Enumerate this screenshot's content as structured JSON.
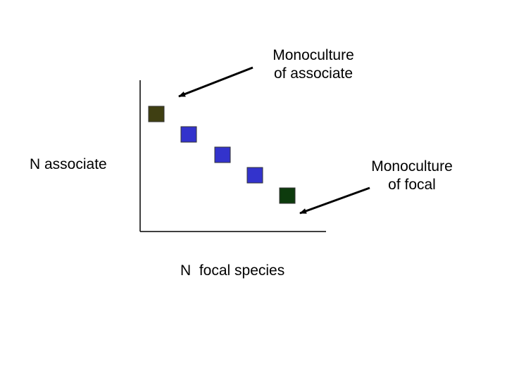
{
  "annotations": {
    "associate_monoculture": [
      "Monoculture",
      "of associate"
    ],
    "focal_monoculture": [
      "Monoculture",
      "of focal"
    ]
  },
  "axes": {
    "ylabel": "N associate",
    "xlabel": "N  focal species"
  },
  "points": [
    {
      "id": "monoculture-associate",
      "color": "#3f3f12"
    },
    {
      "id": "mixture-1",
      "color": "#3333cc"
    },
    {
      "id": "mixture-2",
      "color": "#3333cc"
    },
    {
      "id": "mixture-3",
      "color": "#3333cc"
    },
    {
      "id": "monoculture-focal",
      "color": "#0d3b0d"
    }
  ],
  "colors": {
    "axis": "#000000",
    "arrow": "#000000"
  }
}
